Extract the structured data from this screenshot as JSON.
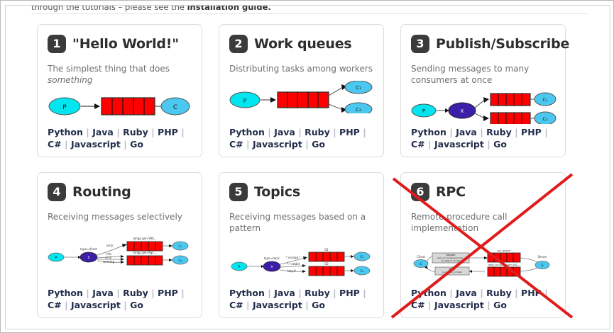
{
  "intro": {
    "text_before": "through the tutorials – please see the ",
    "text_bold": "installation guide."
  },
  "colors": {
    "badge_bg": "#3b3b3b",
    "card_border": "#dddddd",
    "link": "#232d4b",
    "separator": "#b9b9c8",
    "queue_red": "#ff0000",
    "producer_cyan": "#00e5ee",
    "consumer_blue": "#4bc8f0",
    "exchange_blue": "#3b1fa8",
    "cross_red": "#e01b1b",
    "desc_gray": "#6f6f6f"
  },
  "lang_links": [
    "Python",
    "Java",
    "Ruby",
    "PHP",
    "C#",
    "Javascript",
    "Go"
  ],
  "cards": [
    {
      "number": "1",
      "title": "\"Hello World!\"",
      "desc_plain": "The simplest thing that does ",
      "desc_italic": "something",
      "diagram": {
        "type": "hello-world",
        "nodes": [
          {
            "name": "producer",
            "label": "P",
            "shape": "ellipse",
            "color": "#00e5ee"
          },
          {
            "name": "queue",
            "label": "",
            "shape": "queue",
            "color": "#ff0000",
            "cells": 5
          },
          {
            "name": "consumer",
            "label": "C",
            "shape": "ellipse",
            "color": "#4bc8f0"
          }
        ]
      }
    },
    {
      "number": "2",
      "title": "Work queues",
      "desc_plain": "Distributing tasks among workers",
      "desc_italic": "",
      "diagram": {
        "type": "work-queues",
        "nodes": [
          {
            "name": "producer",
            "label": "P",
            "shape": "ellipse",
            "color": "#00e5ee"
          },
          {
            "name": "queue",
            "label": "",
            "shape": "queue",
            "color": "#ff0000",
            "cells": 5
          },
          {
            "name": "consumer-1",
            "label": "C₁",
            "shape": "ellipse",
            "color": "#4bc8f0"
          },
          {
            "name": "consumer-2",
            "label": "C₂",
            "shape": "ellipse",
            "color": "#4bc8f0"
          }
        ]
      }
    },
    {
      "number": "3",
      "title": "Publish/Subscribe",
      "desc_plain": "Sending messages to many consumers at once",
      "desc_italic": "",
      "diagram": {
        "type": "pubsub",
        "nodes": [
          {
            "name": "producer",
            "label": "P",
            "shape": "ellipse",
            "color": "#00e5ee"
          },
          {
            "name": "exchange",
            "label": "X",
            "shape": "ellipse",
            "color": "#3b1fa8"
          },
          {
            "name": "queue-1",
            "label": "",
            "shape": "queue",
            "color": "#ff0000",
            "cells": 5
          },
          {
            "name": "queue-2",
            "label": "",
            "shape": "queue",
            "color": "#ff0000",
            "cells": 5
          },
          {
            "name": "consumer-1",
            "label": "C₁",
            "shape": "ellipse",
            "color": "#4bc8f0"
          },
          {
            "name": "consumer-2",
            "label": "C₂",
            "shape": "ellipse",
            "color": "#4bc8f0"
          }
        ]
      }
    },
    {
      "number": "4",
      "title": "Routing",
      "desc_plain": "Receiving messages selectively",
      "desc_italic": "",
      "diagram": {
        "type": "routing",
        "edge_labels": [
          "type=direct",
          "error",
          "info",
          "error",
          "warning"
        ],
        "queue_labels": [
          "amqp.gen-S9b...",
          "amqp.gen-Ag1..."
        ],
        "nodes": [
          {
            "name": "producer",
            "label": "P",
            "shape": "ellipse",
            "color": "#00e5ee"
          },
          {
            "name": "exchange",
            "label": "X",
            "shape": "ellipse",
            "color": "#3b1fa8"
          },
          {
            "name": "queue-1",
            "label": "",
            "shape": "queue",
            "color": "#ff0000",
            "cells": 5
          },
          {
            "name": "queue-2",
            "label": "",
            "shape": "queue",
            "color": "#ff0000",
            "cells": 5
          },
          {
            "name": "consumer-1",
            "label": "C₁",
            "shape": "ellipse",
            "color": "#4bc8f0"
          },
          {
            "name": "consumer-2",
            "label": "C₂",
            "shape": "ellipse",
            "color": "#4bc8f0"
          }
        ]
      }
    },
    {
      "number": "5",
      "title": "Topics",
      "desc_plain": "Receiving messages based on a pattern",
      "desc_italic": "",
      "diagram": {
        "type": "topics",
        "edge_labels": [
          "type=topic",
          "*.orange.*",
          "*.*.rabbit",
          "lazy.#"
        ],
        "queue_labels": [
          "Q1",
          "Q2"
        ],
        "nodes": [
          {
            "name": "producer",
            "label": "P",
            "shape": "ellipse",
            "color": "#00e5ee"
          },
          {
            "name": "exchange",
            "label": "X",
            "shape": "ellipse",
            "color": "#3b1fa8"
          },
          {
            "name": "queue-1",
            "label": "",
            "shape": "queue",
            "color": "#ff0000",
            "cells": 5
          },
          {
            "name": "queue-2",
            "label": "",
            "shape": "queue",
            "color": "#ff0000",
            "cells": 5
          },
          {
            "name": "consumer-1",
            "label": "C₁",
            "shape": "ellipse",
            "color": "#4bc8f0"
          },
          {
            "name": "consumer-2",
            "label": "C₂",
            "shape": "ellipse",
            "color": "#4bc8f0"
          }
        ]
      }
    },
    {
      "number": "6",
      "title": "RPC",
      "desc_plain": "Remote procedure call implementation",
      "desc_italic": "",
      "crossed_out": true,
      "diagram": {
        "type": "rpc",
        "edge_labels": [
          "Client",
          "Server",
          "Request",
          "Reply",
          "rpc_queue",
          "reply_to=amqp.gen-Xa2..."
        ],
        "nodes": [
          {
            "name": "client",
            "label": "C",
            "shape": "ellipse",
            "color": "#4bc8f0"
          },
          {
            "name": "request-box",
            "label": "Request",
            "shape": "box",
            "color": "#d8d8d8"
          },
          {
            "name": "reply-box",
            "label": "Reply",
            "shape": "box",
            "color": "#d8d8d8"
          },
          {
            "name": "queue-1",
            "label": "",
            "shape": "queue",
            "color": "#ff0000",
            "cells": 5
          },
          {
            "name": "queue-2",
            "label": "",
            "shape": "queue",
            "color": "#ff0000",
            "cells": 5
          },
          {
            "name": "server",
            "label": "S",
            "shape": "ellipse",
            "color": "#4bc8f0"
          }
        ]
      }
    }
  ]
}
